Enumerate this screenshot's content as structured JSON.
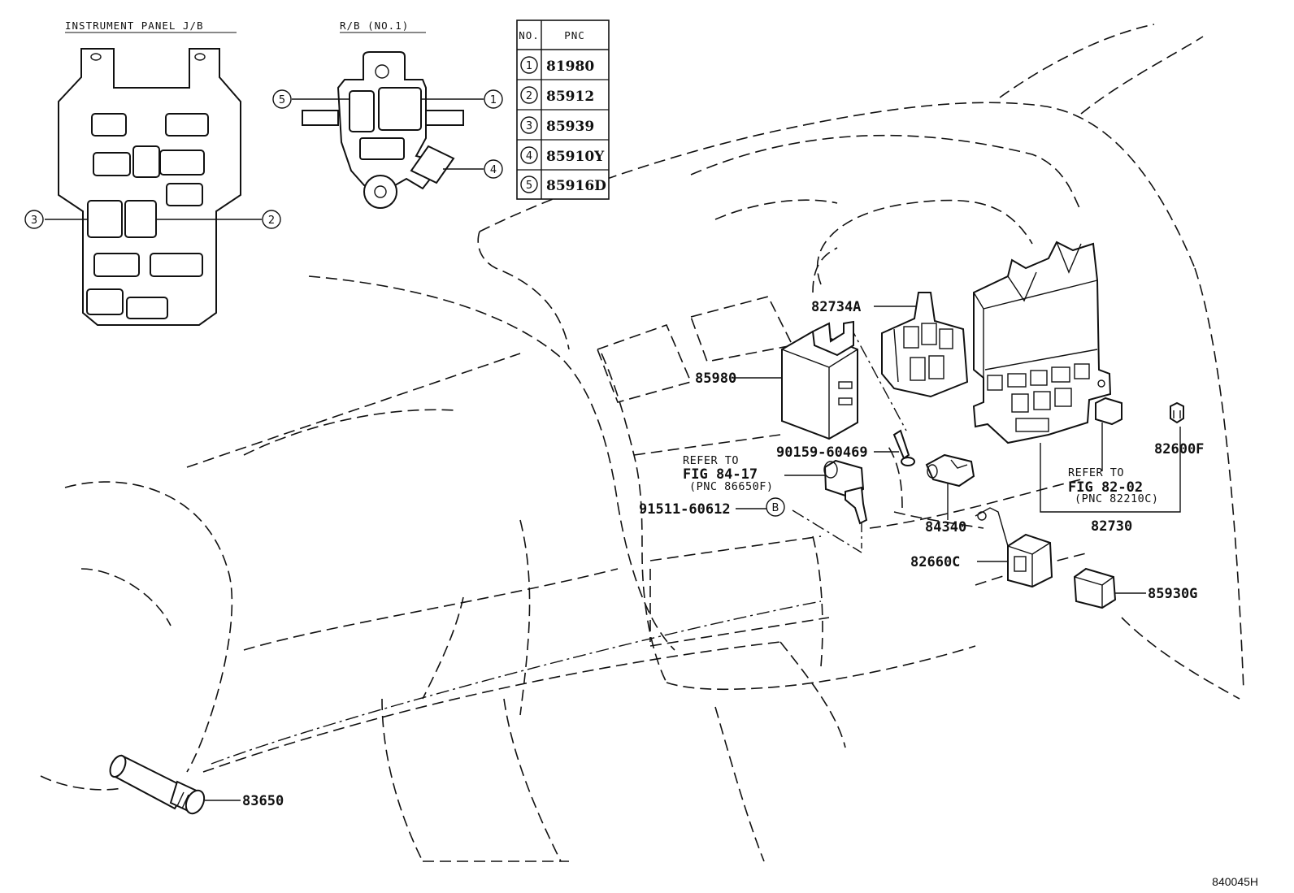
{
  "insets": {
    "jb_title": "INSTRUMENT PANEL J/B",
    "rb_title": "R/B (NO.1)",
    "jb_callouts": [
      "3",
      "2"
    ],
    "rb_callouts": [
      "5",
      "1",
      "4"
    ]
  },
  "table": {
    "headers": [
      "NO.",
      "PNC"
    ],
    "rows": [
      {
        "no": "1",
        "pnc": "81980"
      },
      {
        "no": "2",
        "pnc": "85912"
      },
      {
        "no": "3",
        "pnc": "85939"
      },
      {
        "no": "4",
        "pnc": "85910Y"
      },
      {
        "no": "5",
        "pnc": "85916D"
      }
    ]
  },
  "labels": {
    "p82734a": "82734A",
    "p85980": "85980",
    "p90159": "90159-60469",
    "p91511": "91511-60612",
    "p84340": "84340",
    "p82660c": "82660C",
    "p85930g": "85930G",
    "p82600f": "82600F",
    "p82730": "82730",
    "p83650": "83650",
    "bolt_mark": "B"
  },
  "refer1": {
    "line1": "REFER TO",
    "line2": "FIG 84-17",
    "line3": "(PNC 86650F)"
  },
  "refer2": {
    "line1": "REFER TO",
    "line2": "FIG 82-02",
    "line3": "(PNC 82210C)"
  },
  "footer": {
    "code": "840045H"
  }
}
